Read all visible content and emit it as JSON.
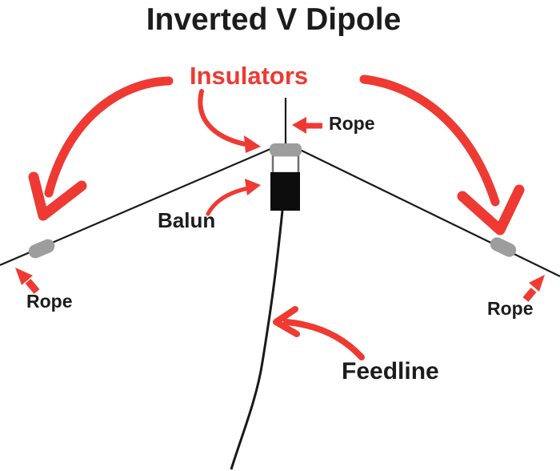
{
  "title": "Inverted V Dipole",
  "colors": {
    "accent_red": "#ee3a32",
    "ink": "#1c1c1c",
    "insulator_gray": "#9d9d9d",
    "wire_black": "#1a1a1a",
    "balun_black": "#0d0d0d",
    "balun_border_gray": "#6f6f6f",
    "background": "#ffffff"
  },
  "labels": {
    "insulators": "Insulators",
    "rope_top": "Rope",
    "rope_left": "Rope",
    "rope_right": "Rope",
    "balun": "Balun",
    "feedline": "Feedline"
  }
}
